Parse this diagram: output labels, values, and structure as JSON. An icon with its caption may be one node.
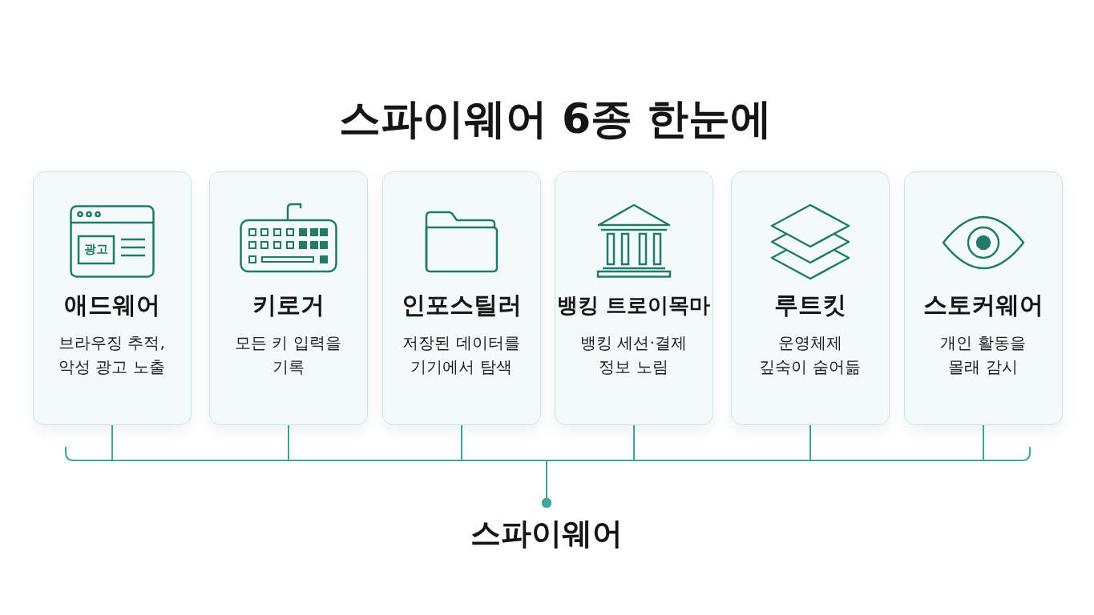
{
  "diagram": {
    "title": "스파이웨어 6종 한눈에",
    "nodes": [
      {
        "text": [
          "애드웨어",
          "브라우징 추적, 악성 광고 노출"
        ]
      },
      {
        "text": [
          "키로거",
          "모든 키 입력을 기록"
        ]
      },
      {
        "text": [
          "인포스틸러",
          "저장된 데이터를 기기에서 탐색"
        ]
      },
      {
        "text": [
          "뱅킹 트로이목마",
          "뱅킹 세션·결제 정보 노림"
        ]
      },
      {
        "text": [
          "루트킷",
          "운영체제 깊숙이 숨어듦"
        ]
      },
      {
        "text": [
          "스토커웨어",
          "개인 활동을 몰래 감시"
        ]
      },
      {
        "text": [
          "스파이웨어"
        ]
      }
    ],
    "edges": [
      {
        "from": 0,
        "to": 6,
        "arrow": "other"
      },
      {
        "from": 1,
        "to": 6,
        "arrow": "other"
      },
      {
        "from": 2,
        "to": 6,
        "arrow": "other"
      },
      {
        "from": 3,
        "to": 6,
        "arrow": "other"
      },
      {
        "from": 4,
        "to": 6,
        "arrow": "other"
      },
      {
        "from": 5,
        "to": 6,
        "arrow": "other"
      }
    ],
    "labels": [
      "광고"
    ]
  }
}
